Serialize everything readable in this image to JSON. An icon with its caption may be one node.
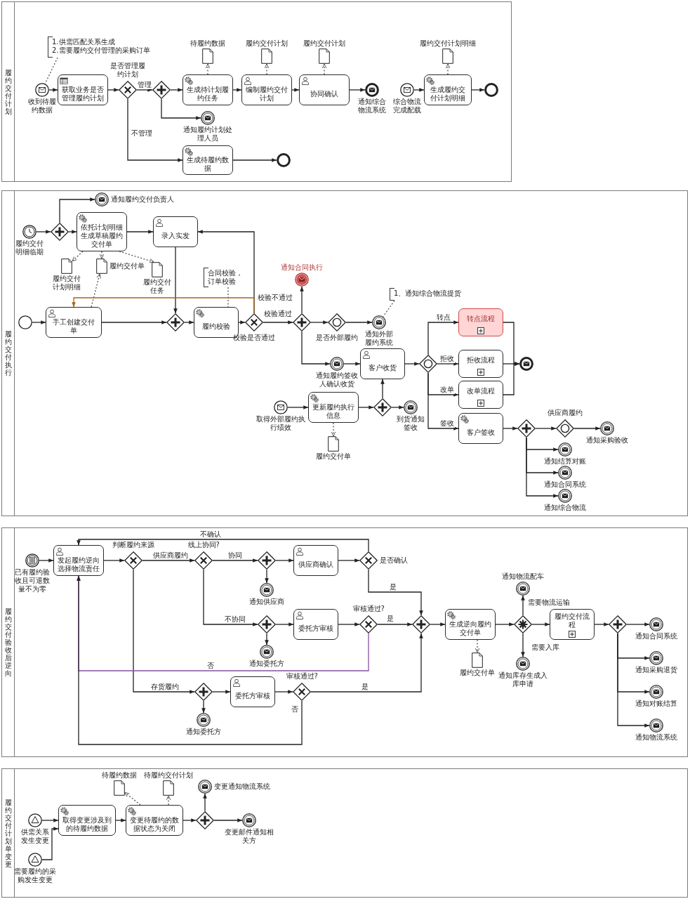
{
  "diagram": {
    "nodes": [
      {
        "text": [
          "履约交付计划"
        ]
      },
      {
        "text": [
          "1.供需匹配关系生成",
          "2.需要履约交付管理的采购订单"
        ],
        "in": 0
      },
      {
        "text": [],
        "shape": "circle",
        "beside": [
          "收到待履约数据"
        ],
        "in": 0
      },
      {
        "text": [
          "获取业务是否管理履约计划"
        ],
        "in": 0
      },
      {
        "text": [],
        "shape": "diamond",
        "beside": [
          "是否管理履约计划"
        ],
        "in": 0
      },
      {
        "text": [],
        "shape": "diamond",
        "in": 0
      },
      {
        "text": [
          "生成待计划履约任务"
        ],
        "in": 0
      },
      {
        "text": [],
        "shape": "document",
        "beside": [
          "待履约数据"
        ],
        "in": 0
      },
      {
        "text": [
          "编制履约交付计划"
        ],
        "in": 0
      },
      {
        "text": [],
        "shape": "document",
        "beside": [
          "履约交付计划"
        ],
        "in": 0
      },
      {
        "text": [
          "协同确认"
        ],
        "in": 0
      },
      {
        "text": [],
        "shape": "document",
        "beside": [
          "履约交付计划"
        ],
        "in": 0
      },
      {
        "text": [],
        "shape": "circle",
        "beside": [
          "通知综合物流系统"
        ],
        "in": 0
      },
      {
        "text": [],
        "shape": "circle",
        "beside": [
          "通知履约计划处理人员"
        ],
        "in": 0
      },
      {
        "text": [
          "生成待履约数据"
        ],
        "in": 0
      },
      {
        "text": [],
        "shape": "circle",
        "in": 0
      },
      {
        "text": [],
        "shape": "circle",
        "beside": [
          "综合物流完成配载"
        ],
        "in": 0
      },
      {
        "text": [
          "生成履约交付计划明细"
        ],
        "in": 0
      },
      {
        "text": [],
        "shape": "document",
        "beside": [
          "履约交付计划明细"
        ],
        "in": 0
      },
      {
        "text": [],
        "shape": "circle",
        "in": 0
      },
      {
        "text": [
          "履约交付执行"
        ]
      },
      {
        "text": [],
        "shape": "circle",
        "beside": [
          "履约交付明细临期"
        ],
        "in": 20
      },
      {
        "text": [],
        "shape": "diamond",
        "in": 20
      },
      {
        "text": [],
        "shape": "circle",
        "beside": [
          "通知履约交付负责人"
        ],
        "in": 20
      },
      {
        "text": [
          "依托计划明细生成草稿履约交付单"
        ],
        "in": 20
      },
      {
        "text": [
          "录入实发"
        ],
        "in": 20
      },
      {
        "text": [],
        "shape": "document",
        "beside": [
          "履约交付计划明细"
        ],
        "in": 20
      },
      {
        "text": [],
        "shape": "document",
        "beside": [
          "履约交付单"
        ],
        "in": 20
      },
      {
        "text": [],
        "shape": "document",
        "beside": [
          "履约交付任务"
        ],
        "in": 20
      },
      {
        "text": [],
        "shape": "circle",
        "in": 20
      },
      {
        "text": [
          "手工创建交付单"
        ],
        "in": 20
      },
      {
        "text": [],
        "shape": "diamond",
        "in": 20
      },
      {
        "text": [
          "履约校验"
        ],
        "in": 20
      },
      {
        "text": [
          "合同校验，订单校验"
        ],
        "in": 20
      },
      {
        "text": [],
        "shape": "diamond",
        "beside": [
          "校验是否通过"
        ],
        "in": 20
      },
      {
        "text": [],
        "shape": "diamond",
        "in": 20
      },
      {
        "text": [],
        "shape": "circle",
        "beside": [
          "通知合同执行"
        ],
        "in": 20
      },
      {
        "text": [],
        "shape": "diamond",
        "beside": [
          "是否外部履约"
        ],
        "in": 20
      },
      {
        "text": [],
        "shape": "circle",
        "beside": [
          "通知外部履约系统"
        ],
        "in": 20
      },
      {
        "text": [
          "1、通知综合物流提货"
        ],
        "in": 20
      },
      {
        "text": [],
        "shape": "circle",
        "beside": [
          "通知履约签收人确认收货"
        ],
        "in": 20
      },
      {
        "text": [
          "客户收货"
        ],
        "in": 20
      },
      {
        "text": [],
        "shape": "diamond",
        "in": 20
      },
      {
        "text": [
          "转点流程"
        ],
        "in": 20
      },
      {
        "text": [
          "拒收流程"
        ],
        "in": 20
      },
      {
        "text": [
          "改单流程"
        ],
        "in": 20
      },
      {
        "text": [],
        "shape": "circle",
        "in": 20
      },
      {
        "text": [
          "客户签收"
        ],
        "in": 20
      },
      {
        "text": [],
        "shape": "diamond",
        "in": 20
      },
      {
        "text": [],
        "shape": "diamond",
        "beside": [
          "供应商履约"
        ],
        "in": 20
      },
      {
        "text": [],
        "shape": "circle",
        "beside": [
          "通知采购验收"
        ],
        "in": 20
      },
      {
        "text": [],
        "shape": "circle",
        "beside": [
          "通知结算对账"
        ],
        "in": 20
      },
      {
        "text": [],
        "shape": "circle",
        "beside": [
          "通知合同系统"
        ],
        "in": 20
      },
      {
        "text": [],
        "shape": "circle",
        "beside": [
          "通知综合物流"
        ],
        "in": 20
      },
      {
        "text": [],
        "shape": "circle",
        "beside": [
          "取得外部履约执行绩效"
        ],
        "in": 20
      },
      {
        "text": [
          "更新履约执行信息"
        ],
        "in": 20
      },
      {
        "text": [],
        "shape": "document",
        "beside": [
          "履约交付单"
        ],
        "in": 20
      },
      {
        "text": [],
        "shape": "diamond",
        "in": 20
      },
      {
        "text": [],
        "shape": "circle",
        "beside": [
          "到货通知签收"
        ],
        "in": 20
      },
      {
        "text": [
          "履约交付验收后逆向"
        ]
      },
      {
        "text": [],
        "shape": "circle",
        "beside": [
          "已有履约验收且可退数量不为零"
        ],
        "in": 59
      },
      {
        "text": [
          "发起履约逆向选择物流责任"
        ],
        "in": 59
      },
      {
        "text": [],
        "shape": "diamond",
        "beside": [
          "判断履约来源"
        ],
        "in": 59
      },
      {
        "text": [],
        "shape": "diamond",
        "beside": [
          "线上协同?"
        ],
        "in": 59
      },
      {
        "text": [],
        "shape": "diamond",
        "in": 59
      },
      {
        "text": [],
        "shape": "circle",
        "beside": [
          "通知供应商"
        ],
        "in": 59
      },
      {
        "text": [
          "供应商确认"
        ],
        "in": 59
      },
      {
        "text": [],
        "shape": "diamond",
        "beside": [
          "是否确认"
        ],
        "in": 59
      },
      {
        "text": [],
        "shape": "diamond",
        "in": 59
      },
      {
        "text": [],
        "shape": "circle",
        "beside": [
          "通知委托方"
        ],
        "in": 59
      },
      {
        "text": [
          "委托方审核"
        ],
        "in": 59
      },
      {
        "text": [],
        "shape": "diamond",
        "beside": [
          "审核通过?"
        ],
        "in": 59
      },
      {
        "text": [],
        "shape": "diamond",
        "in": 59
      },
      {
        "text": [],
        "shape": "circle",
        "beside": [
          "通知委托方"
        ],
        "in": 59
      },
      {
        "text": [
          "委托方审核"
        ],
        "in": 59
      },
      {
        "text": [],
        "shape": "diamond",
        "beside": [
          "审核通过?"
        ],
        "in": 59
      },
      {
        "text": [],
        "shape": "diamond",
        "in": 59
      },
      {
        "text": [
          "生成逆向履约交付单"
        ],
        "in": 59
      },
      {
        "text": [],
        "shape": "document",
        "beside": [
          "履约交付单"
        ],
        "in": 59
      },
      {
        "text": [],
        "shape": "diamond",
        "in": 59
      },
      {
        "text": [],
        "shape": "circle",
        "beside": [
          "通知物流配车"
        ],
        "in": 59
      },
      {
        "text": [],
        "shape": "circle",
        "beside": [
          "通知库存生成入库申请"
        ],
        "in": 59
      },
      {
        "text": [
          "履约交付流程"
        ],
        "in": 59
      },
      {
        "text": [],
        "shape": "diamond",
        "in": 59
      },
      {
        "text": [],
        "shape": "circle",
        "beside": [
          "通知合同系统"
        ],
        "in": 59
      },
      {
        "text": [],
        "shape": "circle",
        "beside": [
          "通知采购退货"
        ],
        "in": 59
      },
      {
        "text": [],
        "shape": "circle",
        "beside": [
          "通知对账结算"
        ],
        "in": 59
      },
      {
        "text": [],
        "shape": "circle",
        "beside": [
          "通知物流系统"
        ],
        "in": 59
      },
      {
        "text": [
          "履约交付计划单变更"
        ]
      },
      {
        "text": [],
        "shape": "circle",
        "beside": [
          "供需关系发生变更"
        ],
        "in": 88
      },
      {
        "text": [],
        "shape": "circle",
        "beside": [
          "需要履约的采购发生变更"
        ],
        "in": 88
      },
      {
        "text": [
          "取得变更涉及到的待履约数据"
        ],
        "in": 88
      },
      {
        "text": [
          "变更待履约的数据状态为关闭"
        ],
        "in": 88
      },
      {
        "text": [],
        "shape": "document",
        "beside": [
          "待履约数据"
        ],
        "in": 88
      },
      {
        "text": [],
        "shape": "document",
        "beside": [
          "待履约交付计划"
        ],
        "in": 88
      },
      {
        "text": [],
        "shape": "diamond",
        "in": 88
      },
      {
        "text": [],
        "shape": "circle",
        "beside": [
          "变更通知物流系统"
        ],
        "in": 88
      },
      {
        "text": [],
        "shape": "circle",
        "beside": [
          "变更邮件通知相关方"
        ],
        "in": 88
      }
    ],
    "edges": [
      {
        "from": 1,
        "to": 2,
        "arrow": "none",
        "style": "dashed"
      },
      {
        "from": 2,
        "to": 3,
        "arrow": "to"
      },
      {
        "from": 3,
        "to": 4,
        "arrow": "to"
      },
      {
        "from": 4,
        "to": 5,
        "arrow": "to",
        "label": "管理"
      },
      {
        "from": 4,
        "to": 14,
        "arrow": "to",
        "label": "不管理"
      },
      {
        "from": 5,
        "to": 6,
        "arrow": "to"
      },
      {
        "from": 5,
        "to": 13,
        "arrow": "to"
      },
      {
        "from": 6,
        "to": 8,
        "arrow": "to"
      },
      {
        "from": 8,
        "to": 10,
        "arrow": "to"
      },
      {
        "from": 10,
        "to": 12,
        "arrow": "to"
      },
      {
        "from": 6,
        "to": 7,
        "arrow": "to",
        "style": "dashed"
      },
      {
        "from": 8,
        "to": 9,
        "arrow": "to",
        "style": "dashed"
      },
      {
        "from": 10,
        "to": 11,
        "arrow": "to",
        "style": "dashed"
      },
      {
        "from": 14,
        "to": 15,
        "arrow": "to"
      },
      {
        "from": 16,
        "to": 17,
        "arrow": "to"
      },
      {
        "from": 17,
        "to": 18,
        "arrow": "to",
        "style": "dashed"
      },
      {
        "from": 17,
        "to": 19,
        "arrow": "to"
      },
      {
        "from": 21,
        "to": 22,
        "arrow": "to"
      },
      {
        "from": 22,
        "to": 23,
        "arrow": "to"
      },
      {
        "from": 22,
        "to": 24,
        "arrow": "to"
      },
      {
        "from": 24,
        "to": 25,
        "arrow": "to"
      },
      {
        "from": 24,
        "to": 26,
        "arrow": "to",
        "style": "dashed"
      },
      {
        "from": 24,
        "to": 27,
        "arrow": "to",
        "style": "dashed"
      },
      {
        "from": 24,
        "to": 28,
        "arrow": "to",
        "style": "dashed"
      },
      {
        "from": 30,
        "to": 27,
        "arrow": "to",
        "style": "dashed"
      },
      {
        "from": 29,
        "to": 30,
        "arrow": "to"
      },
      {
        "from": 30,
        "to": 31,
        "arrow": "to"
      },
      {
        "from": 25,
        "to": 31,
        "arrow": "to"
      },
      {
        "from": 31,
        "to": 32,
        "arrow": "to"
      },
      {
        "from": 32,
        "to": 34,
        "arrow": "to"
      },
      {
        "from": 33,
        "to": 32,
        "arrow": "none",
        "style": "dashed"
      },
      {
        "from": 34,
        "to": 25,
        "arrow": "to",
        "label": "校验不通过"
      },
      {
        "from": 34,
        "to": 30,
        "arrow": "to",
        "color": "#a3671c"
      },
      {
        "from": 34,
        "to": 35,
        "arrow": "to",
        "label": "校验通过"
      },
      {
        "from": 35,
        "to": 36,
        "arrow": "to"
      },
      {
        "from": 35,
        "to": 37,
        "arrow": "to"
      },
      {
        "from": 35,
        "to": 40,
        "arrow": "to"
      },
      {
        "from": 37,
        "to": 38,
        "arrow": "to"
      },
      {
        "from": 39,
        "to": 38,
        "arrow": "none",
        "style": "dashed"
      },
      {
        "from": 40,
        "to": 41,
        "arrow": "to"
      },
      {
        "from": 41,
        "to": 42,
        "arrow": "to"
      },
      {
        "from": 42,
        "to": 43,
        "arrow": "to",
        "label": "转点"
      },
      {
        "from": 42,
        "to": 44,
        "arrow": "to",
        "label": "拒收"
      },
      {
        "from": 42,
        "to": 45,
        "arrow": "to",
        "label": "改单"
      },
      {
        "from": 42,
        "to": 47,
        "arrow": "to",
        "label": "签收"
      },
      {
        "from": 43,
        "to": 46,
        "arrow": "to"
      },
      {
        "from": 44,
        "to": 46,
        "arrow": "to"
      },
      {
        "from": 45,
        "to": 46,
        "arrow": "to"
      },
      {
        "from": 47,
        "to": 48,
        "arrow": "to"
      },
      {
        "from": 48,
        "to": 49,
        "arrow": "to"
      },
      {
        "from": 49,
        "to": 50,
        "arrow": "to"
      },
      {
        "from": 48,
        "to": 51,
        "arrow": "to"
      },
      {
        "from": 48,
        "to": 52,
        "arrow": "to"
      },
      {
        "from": 48,
        "to": 53,
        "arrow": "to"
      },
      {
        "from": 54,
        "to": 55,
        "arrow": "to"
      },
      {
        "from": 55,
        "to": 56,
        "arrow": "to",
        "style": "dashed"
      },
      {
        "from": 55,
        "to": 57,
        "arrow": "to"
      },
      {
        "from": 57,
        "to": 41,
        "arrow": "to"
      },
      {
        "from": 57,
        "to": 58,
        "arrow": "to"
      },
      {
        "from": 60,
        "to": 61,
        "arrow": "to"
      },
      {
        "from": 61,
        "to": 62,
        "arrow": "to"
      },
      {
        "from": 62,
        "to": 63,
        "arrow": "to",
        "label": "供应商履约"
      },
      {
        "from": 62,
        "to": 72,
        "arrow": "to",
        "label": "存货履约"
      },
      {
        "from": 63,
        "to": 64,
        "arrow": "to",
        "label": "协同"
      },
      {
        "from": 63,
        "to": 68,
        "arrow": "to",
        "label": "不协同"
      },
      {
        "from": 64,
        "to": 66,
        "arrow": "to"
      },
      {
        "from": 64,
        "to": 65,
        "arrow": "to"
      },
      {
        "from": 66,
        "to": 67,
        "arrow": "to"
      },
      {
        "from": 67,
        "to": 61,
        "arrow": "to",
        "label": "不确认"
      },
      {
        "from": 67,
        "to": 76,
        "arrow": "to",
        "label": "是"
      },
      {
        "from": 68,
        "to": 70,
        "arrow": "to"
      },
      {
        "from": 68,
        "to": 69,
        "arrow": "to"
      },
      {
        "from": 70,
        "to": 71,
        "arrow": "to"
      },
      {
        "from": 71,
        "to": 76,
        "arrow": "to",
        "label": "是"
      },
      {
        "from": 71,
        "to": 61,
        "arrow": "to",
        "label": "否",
        "color": "#8a4fa3"
      },
      {
        "from": 72,
        "to": 74,
        "arrow": "to"
      },
      {
        "from": 72,
        "to": 73,
        "arrow": "to"
      },
      {
        "from": 74,
        "to": 75,
        "arrow": "to"
      },
      {
        "from": 75,
        "to": 76,
        "arrow": "to",
        "label": "是"
      },
      {
        "from": 75,
        "to": 61,
        "arrow": "to",
        "label": "否"
      },
      {
        "from": 76,
        "to": 77,
        "arrow": "to"
      },
      {
        "from": 77,
        "to": 78,
        "arrow": "to",
        "style": "dashed"
      },
      {
        "from": 77,
        "to": 79,
        "arrow": "to"
      },
      {
        "from": 79,
        "to": 80,
        "arrow": "to",
        "label": "需要物流运输"
      },
      {
        "from": 79,
        "to": 81,
        "arrow": "to",
        "label": "需要入库"
      },
      {
        "from": 79,
        "to": 82,
        "arrow": "to"
      },
      {
        "from": 82,
        "to": 83,
        "arrow": "to"
      },
      {
        "from": 83,
        "to": 84,
        "arrow": "to"
      },
      {
        "from": 83,
        "to": 85,
        "arrow": "to"
      },
      {
        "from": 83,
        "to": 86,
        "arrow": "to"
      },
      {
        "from": 83,
        "to": 87,
        "arrow": "to"
      },
      {
        "from": 89,
        "to": 91,
        "arrow": "to"
      },
      {
        "from": 90,
        "to": 91,
        "arrow": "to"
      },
      {
        "from": 91,
        "to": 92,
        "arrow": "to"
      },
      {
        "from": 92,
        "to": 93,
        "arrow": "to",
        "style": "dashed"
      },
      {
        "from": 92,
        "to": 94,
        "arrow": "to",
        "style": "dashed"
      },
      {
        "from": 92,
        "to": 95,
        "arrow": "to"
      },
      {
        "from": 95,
        "to": 96,
        "arrow": "to"
      },
      {
        "from": 95,
        "to": 97,
        "arrow": "to"
      }
    ]
  }
}
